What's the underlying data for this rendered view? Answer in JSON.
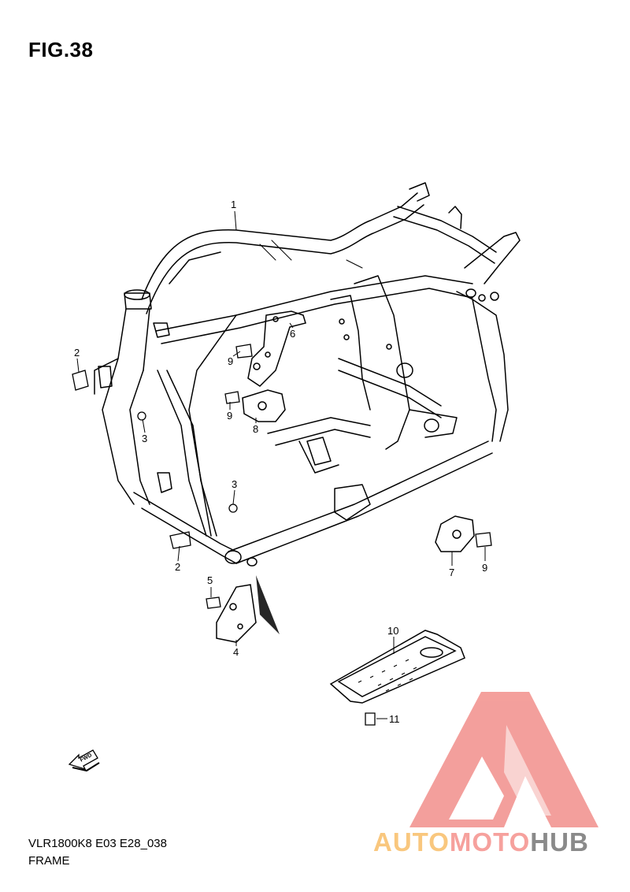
{
  "figure": {
    "title": "FIG.38",
    "code": "VLR1800K8 E03 E28_038",
    "section": "FRAME"
  },
  "parts": [
    {
      "number": "1"
    },
    {
      "number": "2"
    },
    {
      "number": "3"
    },
    {
      "number": "2"
    },
    {
      "number": "3"
    },
    {
      "number": "9"
    },
    {
      "number": "6"
    },
    {
      "number": "9"
    },
    {
      "number": "8"
    },
    {
      "number": "7"
    },
    {
      "number": "9"
    },
    {
      "number": "5"
    },
    {
      "number": "4"
    },
    {
      "number": "10"
    },
    {
      "number": "11"
    }
  ],
  "fwd_arrow": {
    "label": "FWD"
  },
  "watermark": {
    "brand_part1": "AUTO",
    "brand_part2": "MOTO",
    "brand_part3": "HUB",
    "colors": {
      "orange": "#f9c77e",
      "pink": "#f6a19d",
      "gray": "#8a8a8a",
      "triangle": "#f28f8b"
    }
  }
}
